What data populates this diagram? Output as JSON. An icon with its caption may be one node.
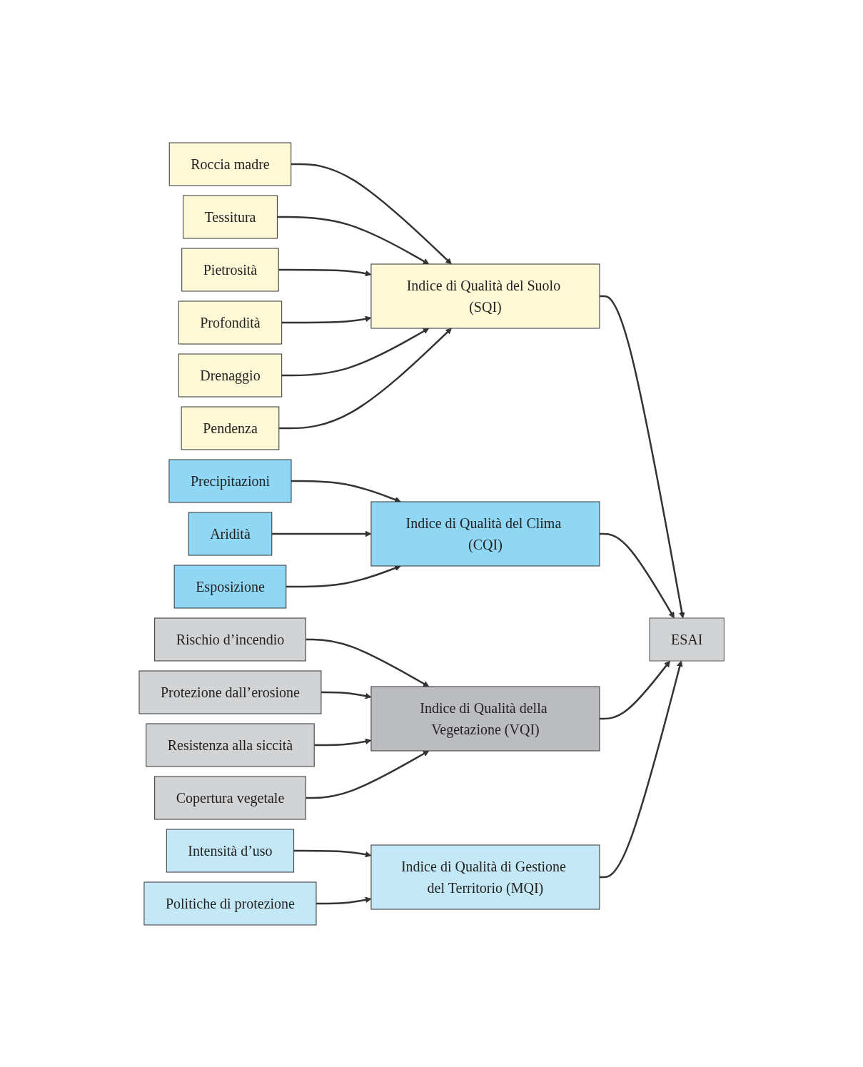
{
  "diagram": {
    "nodes": [
      {
        "text": [
          "Roccia madre"
        ]
      },
      {
        "text": [
          "Tessitura"
        ]
      },
      {
        "text": [
          "Pietrosità"
        ]
      },
      {
        "text": [
          "Profondità"
        ]
      },
      {
        "text": [
          "Drenaggio"
        ]
      },
      {
        "text": [
          "Pendenza"
        ]
      },
      {
        "text": [
          "Indice di Qualità del Suolo (SQI)"
        ]
      },
      {
        "text": [
          "Precipitazioni"
        ]
      },
      {
        "text": [
          "Aridità"
        ]
      },
      {
        "text": [
          "Esposizione"
        ]
      },
      {
        "text": [
          "Indice di Qualità del Clima (CQI)"
        ]
      },
      {
        "text": [
          "Rischio d’incendio"
        ]
      },
      {
        "text": [
          "Protezione dall’erosione"
        ]
      },
      {
        "text": [
          "Resistenza alla siccità"
        ]
      },
      {
        "text": [
          "Copertura vegetale"
        ]
      },
      {
        "text": [
          "Indice di Qualità della Vegetazione (VQI)"
        ]
      },
      {
        "text": [
          "Intensità d’uso"
        ]
      },
      {
        "text": [
          "Politiche di protezione"
        ]
      },
      {
        "text": [
          "Indice di Qualità di Gestione del Territorio (MQI)"
        ]
      },
      {
        "text": [
          "ESAI"
        ]
      }
    ],
    "edges": [
      {
        "from": 0,
        "to": 6,
        "arrow": "to"
      },
      {
        "from": 1,
        "to": 6,
        "arrow": "to"
      },
      {
        "from": 2,
        "to": 6,
        "arrow": "to"
      },
      {
        "from": 3,
        "to": 6,
        "arrow": "to"
      },
      {
        "from": 4,
        "to": 6,
        "arrow": "to"
      },
      {
        "from": 5,
        "to": 6,
        "arrow": "to"
      },
      {
        "from": 7,
        "to": 10,
        "arrow": "to"
      },
      {
        "from": 8,
        "to": 10,
        "arrow": "to"
      },
      {
        "from": 9,
        "to": 10,
        "arrow": "to"
      },
      {
        "from": 11,
        "to": 15,
        "arrow": "to"
      },
      {
        "from": 12,
        "to": 15,
        "arrow": "to"
      },
      {
        "from": 13,
        "to": 15,
        "arrow": "to"
      },
      {
        "from": 14,
        "to": 15,
        "arrow": "to"
      },
      {
        "from": 16,
        "to": 18,
        "arrow": "to"
      },
      {
        "from": 17,
        "to": 18,
        "arrow": "to"
      },
      {
        "from": 6,
        "to": 19,
        "arrow": "to"
      },
      {
        "from": 10,
        "to": 19,
        "arrow": "to"
      },
      {
        "from": 15,
        "to": 19,
        "arrow": "to"
      },
      {
        "from": 18,
        "to": 19,
        "arrow": "to"
      }
    ]
  }
}
